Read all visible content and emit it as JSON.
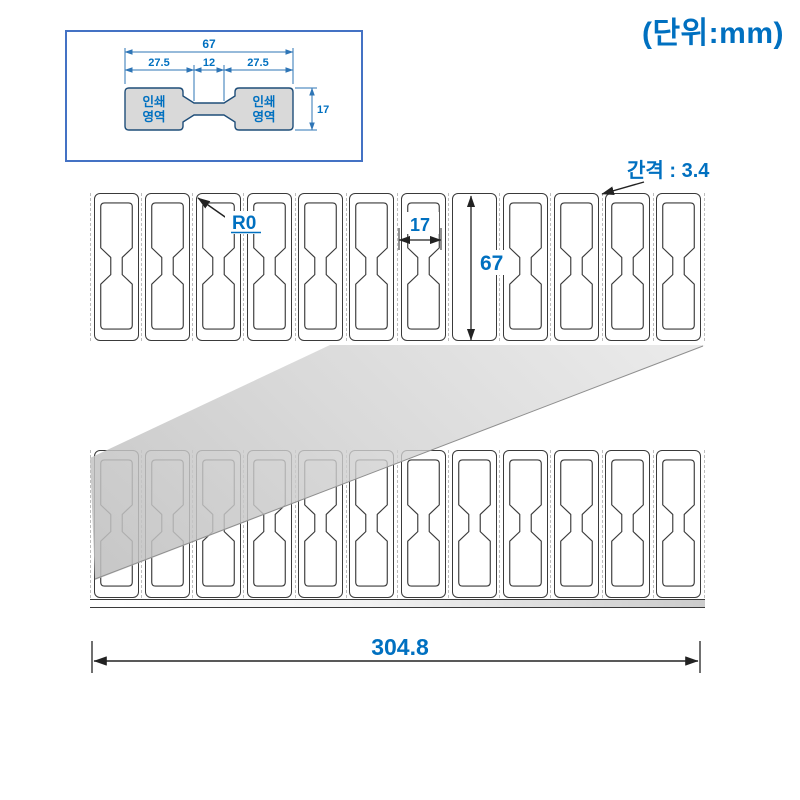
{
  "unit_note": "(단위:mm)",
  "detail_view": {
    "print_area": {
      "line1": "인쇄",
      "line2": "영역"
    },
    "dims": {
      "total_width": "67",
      "left_width": "27.5",
      "neck_width": "12",
      "right_width": "27.5",
      "height": "17"
    }
  },
  "strips": {
    "labels_per_row": 12,
    "rows": 2,
    "top_dimension_cell": 7,
    "annotations": {
      "corner_radius": "R0",
      "label_width": "17",
      "label_height": "67",
      "gap": "간격 : 3.4"
    }
  },
  "sheet": {
    "total_width": "304.8"
  },
  "colors": {
    "accent_blue": "#0070c0",
    "detail_border_blue": "#4472c4",
    "detail_line_blue": "#2e75b6",
    "outline_dark": "#3a3a3a",
    "detail_fill_gray": "#d9d9d9"
  }
}
